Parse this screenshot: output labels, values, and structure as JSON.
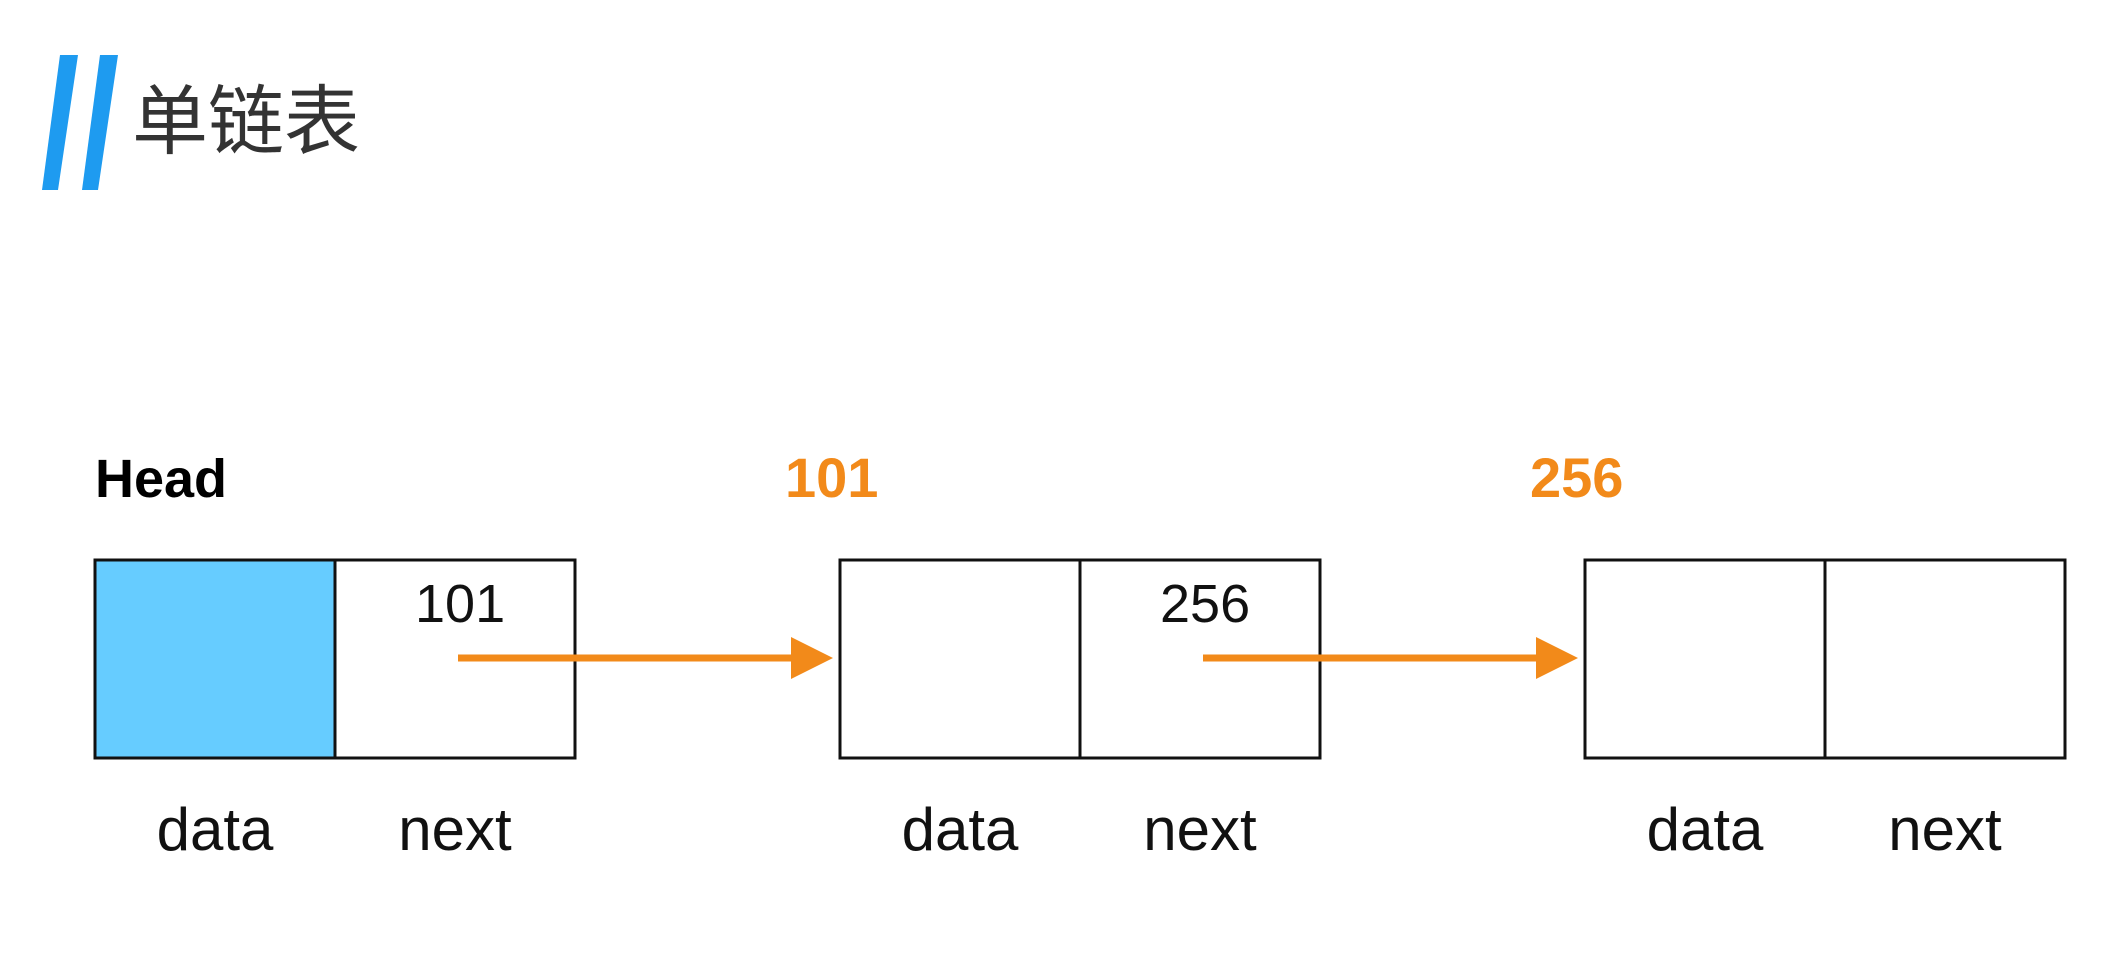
{
  "title": "单链表",
  "head_label": "Head",
  "colors": {
    "title_bar": "#1e9bf0",
    "data_fill": "#66ccff",
    "arrow": "#f28a1a",
    "address": "#f28a1a",
    "border": "#111111"
  },
  "nodes": [
    {
      "address": "",
      "data_label": "data",
      "next_label": "next",
      "next_value": "101",
      "data_filled": true
    },
    {
      "address": "101",
      "data_label": "data",
      "next_label": "next",
      "next_value": "256",
      "data_filled": false
    },
    {
      "address": "256",
      "data_label": "data",
      "next_label": "next",
      "next_value": "",
      "data_filled": false
    }
  ]
}
